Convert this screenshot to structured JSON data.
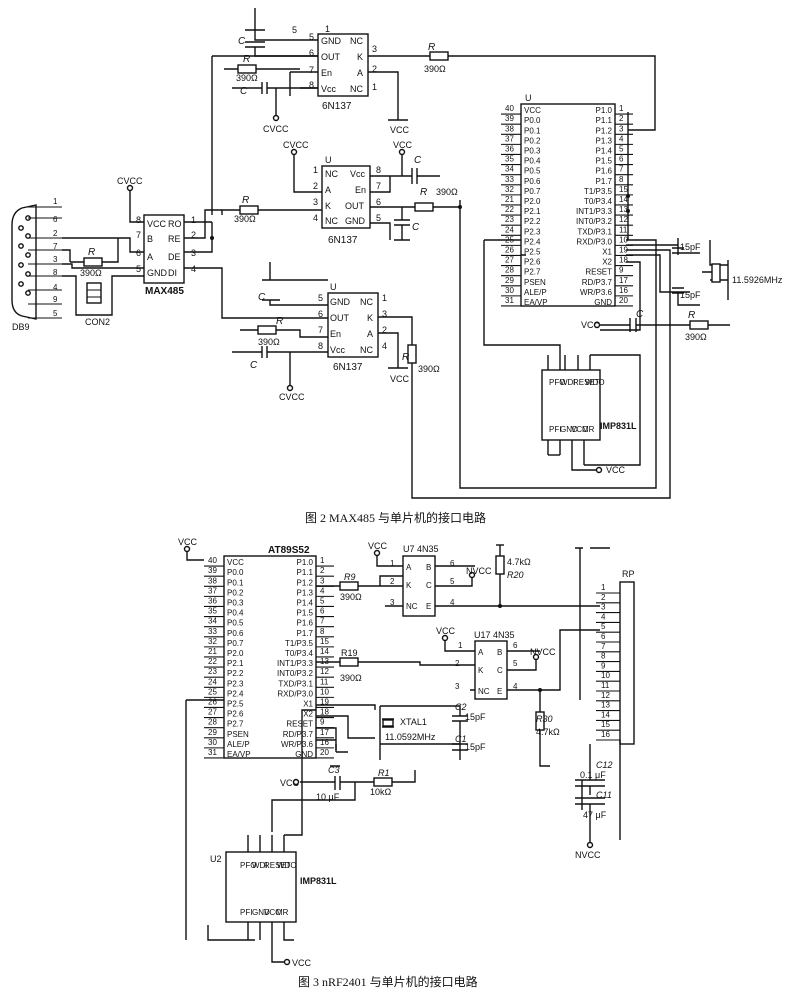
{
  "fig2": {
    "caption": "图 2 MAX485 与单片机的接口电路",
    "u_top": {
      "name": "6N137",
      "pins_left": [
        "GND",
        "OUT",
        "En",
        "Vcc"
      ],
      "nums_left": [
        "5",
        "6",
        "7",
        "8"
      ],
      "pins_right": [
        "NC",
        "K",
        "A",
        "NC"
      ],
      "nums_right": [
        "1",
        "3",
        "2",
        "1"
      ]
    },
    "u_mid": {
      "name": "6N137",
      "pins_left": [
        "NC",
        "A",
        "K",
        "NC"
      ],
      "nums_left": [
        "1",
        "2",
        "3",
        "4"
      ],
      "pins_right": [
        "Vcc",
        "En",
        "OUT",
        "GND"
      ],
      "nums_right": [
        "8",
        "7",
        "6",
        "5"
      ],
      "top_label": "U"
    },
    "u_bot": {
      "name": "6N137",
      "pins_left": [
        "GND",
        "OUT",
        "En",
        "Vcc"
      ],
      "nums_left": [
        "5",
        "6",
        "7",
        "8"
      ],
      "pins_right": [
        "NC",
        "K",
        "A",
        "NC"
      ],
      "nums_right": [
        "1",
        "3",
        "2",
        "4"
      ],
      "top_label": "U"
    },
    "max485": {
      "name": "MAX485",
      "pins_left": [
        "VCC",
        "B",
        "A",
        "GND"
      ],
      "nums_left": [
        "8",
        "7",
        "6",
        "5"
      ],
      "pins_right": [
        "RO",
        "RE",
        "DE",
        "DI"
      ],
      "nums_right": [
        "1",
        "2",
        "3",
        "4"
      ]
    },
    "db9": {
      "name": "DB9",
      "pins": [
        "1",
        "6",
        "2",
        "7",
        "3",
        "8",
        "4",
        "9",
        "5"
      ]
    },
    "con2": "CON2",
    "cvcc": "CVCC",
    "vcc": "VCC",
    "r_label": "R",
    "r_val": "390Ω",
    "c_label": "C",
    "mcu": {
      "top_label": "U",
      "left_nums": [
        "40",
        "39",
        "38",
        "37",
        "36",
        "35",
        "34",
        "33",
        "32",
        "21",
        "22",
        "23",
        "24",
        "25",
        "26",
        "27",
        "28",
        "29",
        "30",
        "31"
      ],
      "left_pins": [
        "VCC",
        "P0.0",
        "P0.1",
        "P0.2",
        "P0.3",
        "P0.4",
        "P0.5",
        "P0.6",
        "P0.7",
        "P2.0",
        "P2.1",
        "P2.2",
        "P2.3",
        "P2.4",
        "P2.5",
        "P2.6",
        "P2.7",
        "PSEN",
        "ALE/P",
        "EA/VP"
      ],
      "right_pins": [
        "P1.0",
        "P1.1",
        "P1.2",
        "P1.3",
        "P1.4",
        "P1.5",
        "P1.6",
        "P1.7",
        "T1/P3.5",
        "T0/P3.4",
        "INT1/P3.3",
        "INT0/P3.2",
        "TXD/P3.1",
        "RXD/P3.0",
        "X1",
        "X2",
        "RESET",
        "RD/P3.7",
        "WR/P3.6",
        "GND"
      ],
      "right_nums": [
        "1",
        "2",
        "3",
        "4",
        "5",
        "6",
        "7",
        "8",
        "15",
        "14",
        "13",
        "12",
        "11",
        "10",
        "19",
        "18",
        "9",
        "17",
        "16",
        "20"
      ]
    },
    "crystal": "11.5926MHz",
    "cap15": "15pF",
    "imp": {
      "name": "IMP831L",
      "top": [
        "PFO",
        "WDI",
        "RESET",
        "WDO"
      ],
      "bottom": [
        "PFI",
        "GND",
        "VCC",
        "MR"
      ]
    }
  },
  "fig3": {
    "caption": "图 3 nRF2401 与单片机的接口电路",
    "mcu_title": "AT89S52",
    "u7": "U7 4N35",
    "u17": "U17 4N35",
    "opto_pins_left": [
      "A",
      "K",
      "NC"
    ],
    "opto_pins_right": [
      "B",
      "C",
      "E"
    ],
    "opto_nums_left": [
      "1",
      "2",
      "3"
    ],
    "opto_nums_right": [
      "6",
      "5",
      "4"
    ],
    "nvcc": "NVCC",
    "r9": "R9",
    "r19": "R19",
    "r20": "R20",
    "r30": "R30",
    "r1": "R1",
    "r_47k": "4.7kΩ",
    "r_10k": "10kΩ",
    "r_390": "390Ω",
    "xtal": "XTAL1",
    "xtal_freq": "11.0592MHz",
    "c2": "C2",
    "c1": "C1",
    "c3": "C3",
    "c3_val": "10 μF",
    "c15": "15pF",
    "c12": "C12",
    "c12_val": "0.1 μF",
    "c11": "C11",
    "c11_val": "47 μF",
    "rp": "RP",
    "rp_pins": [
      "1",
      "2",
      "3",
      "4",
      "5",
      "6",
      "7",
      "8",
      "9",
      "10",
      "11",
      "12",
      "13",
      "14",
      "15",
      "16"
    ],
    "u2": "U2",
    "vcc": "VCC"
  }
}
